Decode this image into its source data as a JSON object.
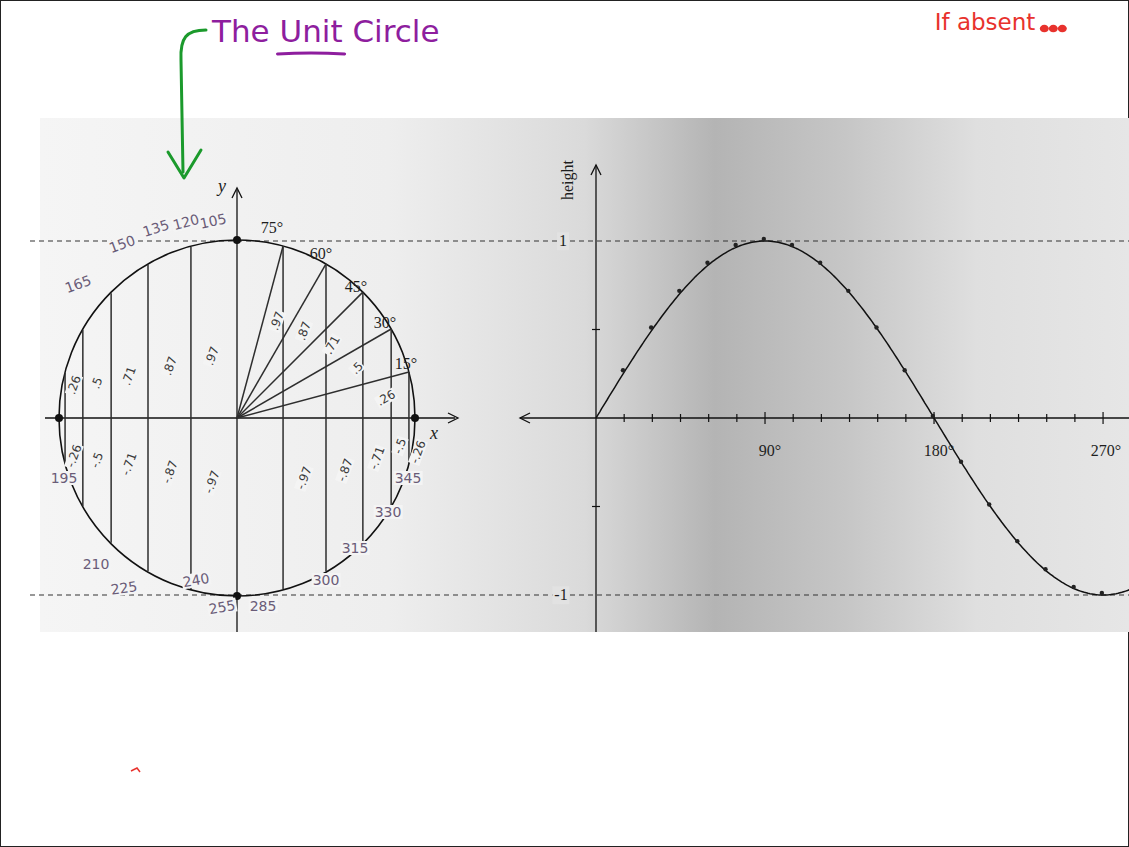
{
  "diagram": {
    "title": "The Unit Circle",
    "labels": [
      "If absent",
      "y",
      "x",
      "75°",
      "60°",
      "45°",
      "30°",
      "15°",
      "105",
      "120",
      "135",
      "150",
      "165",
      "195",
      "210",
      "225",
      "240",
      "255",
      "285",
      "300",
      "315",
      "330",
      "345",
      ".26",
      ".5",
      ".71",
      ".87",
      ".97",
      "-.26",
      "-.5",
      "-.71",
      "-.87",
      "-.97",
      ".97",
      ".87",
      ".71",
      ".5",
      ".26",
      "-.97",
      "-.87",
      "-.71",
      "-.5",
      "-.26",
      "height",
      "1",
      "-1",
      "90°",
      "180°",
      "270°"
    ]
  }
}
